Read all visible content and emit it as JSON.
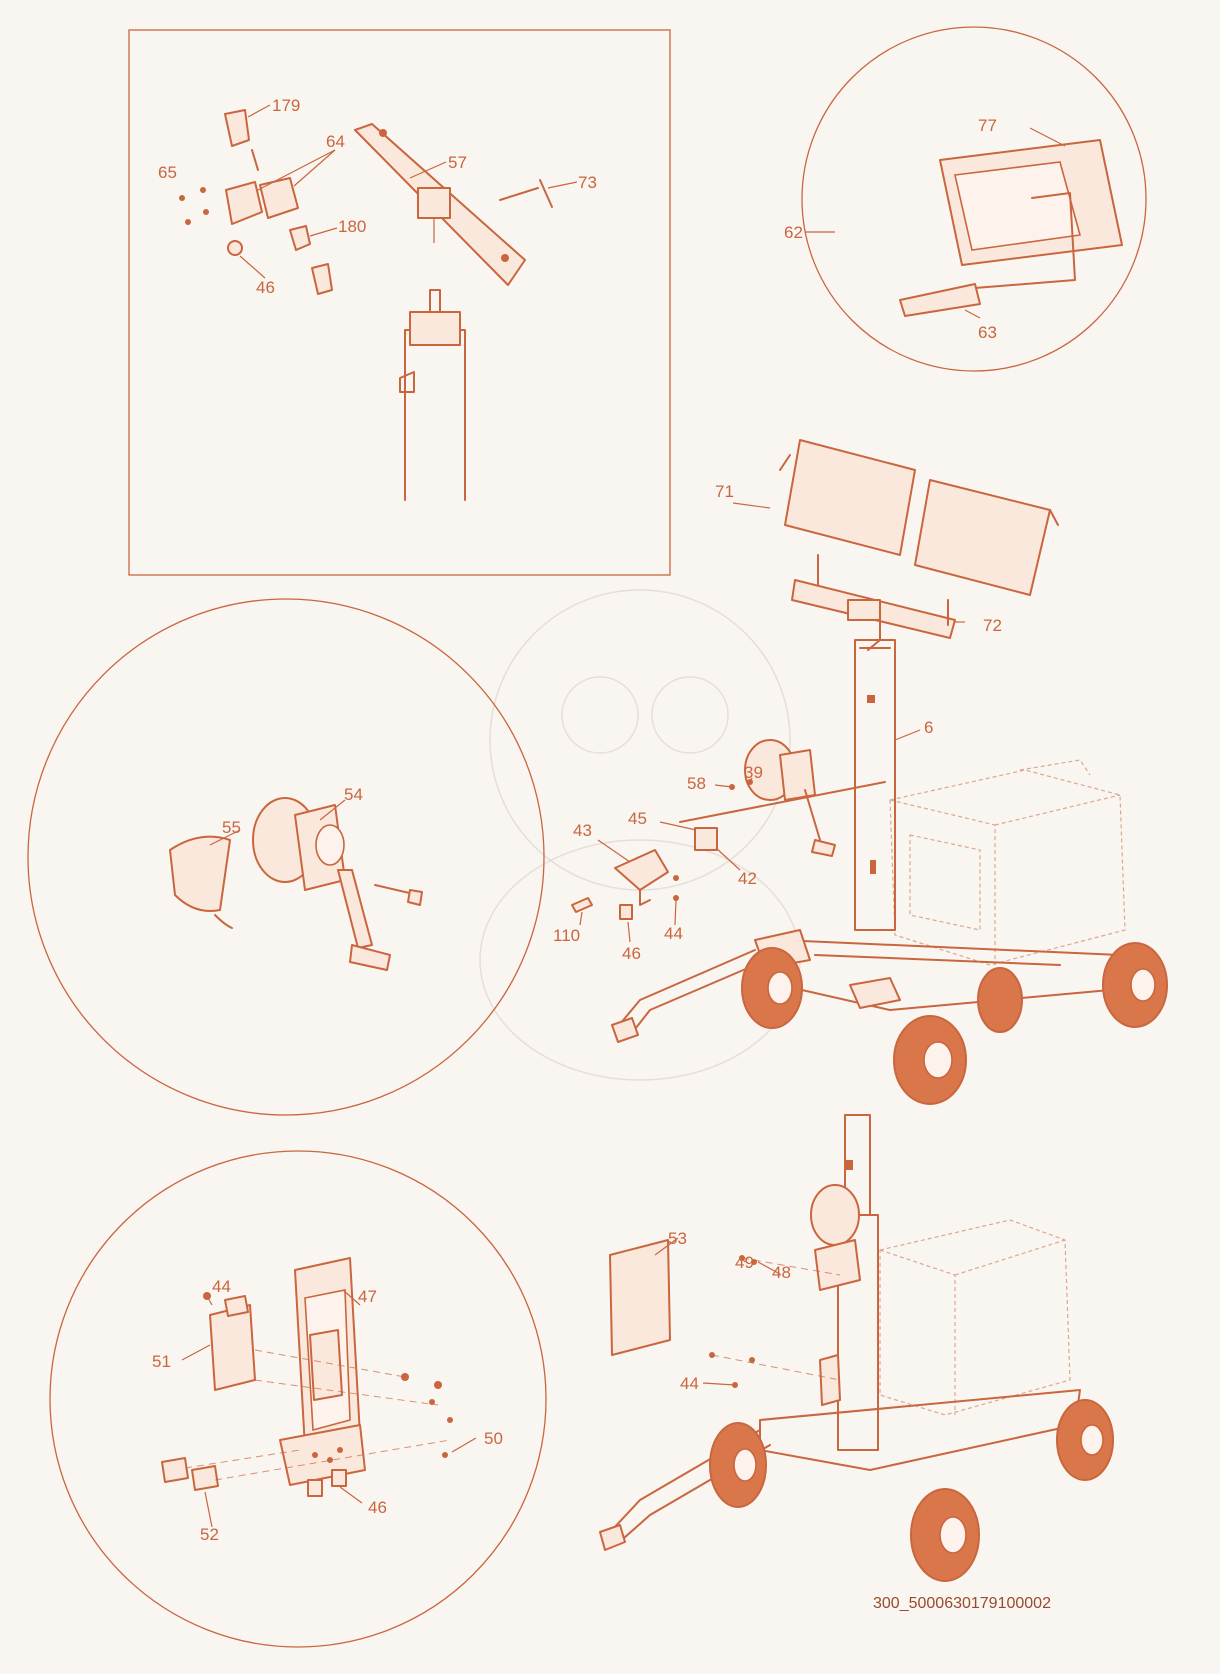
{
  "drawing": {
    "code": "300_5000630179100002",
    "accent_color": "#c9663e",
    "background_color": "#f9f5f1"
  },
  "callouts": [
    {
      "id": "179",
      "text": "179"
    },
    {
      "id": "64",
      "text": "64"
    },
    {
      "id": "57",
      "text": "57"
    },
    {
      "id": "65",
      "text": "65"
    },
    {
      "id": "73",
      "text": "73"
    },
    {
      "id": "180",
      "text": "180"
    },
    {
      "id": "46a",
      "text": "46"
    },
    {
      "id": "77",
      "text": "77"
    },
    {
      "id": "62",
      "text": "62"
    },
    {
      "id": "63",
      "text": "63"
    },
    {
      "id": "71",
      "text": "71"
    },
    {
      "id": "72",
      "text": "72"
    },
    {
      "id": "6",
      "text": "6"
    },
    {
      "id": "54",
      "text": "54"
    },
    {
      "id": "55",
      "text": "55"
    },
    {
      "id": "58",
      "text": "58"
    },
    {
      "id": "39",
      "text": "39"
    },
    {
      "id": "43",
      "text": "43"
    },
    {
      "id": "45",
      "text": "45"
    },
    {
      "id": "42",
      "text": "42"
    },
    {
      "id": "110",
      "text": "110"
    },
    {
      "id": "46b",
      "text": "46"
    },
    {
      "id": "44a",
      "text": "44"
    },
    {
      "id": "53",
      "text": "53"
    },
    {
      "id": "49",
      "text": "49"
    },
    {
      "id": "48",
      "text": "48"
    },
    {
      "id": "44b",
      "text": "44"
    },
    {
      "id": "44c",
      "text": "44"
    },
    {
      "id": "47",
      "text": "47"
    },
    {
      "id": "51",
      "text": "51"
    },
    {
      "id": "50",
      "text": "50"
    },
    {
      "id": "46c",
      "text": "46"
    },
    {
      "id": "52",
      "text": "52"
    }
  ]
}
